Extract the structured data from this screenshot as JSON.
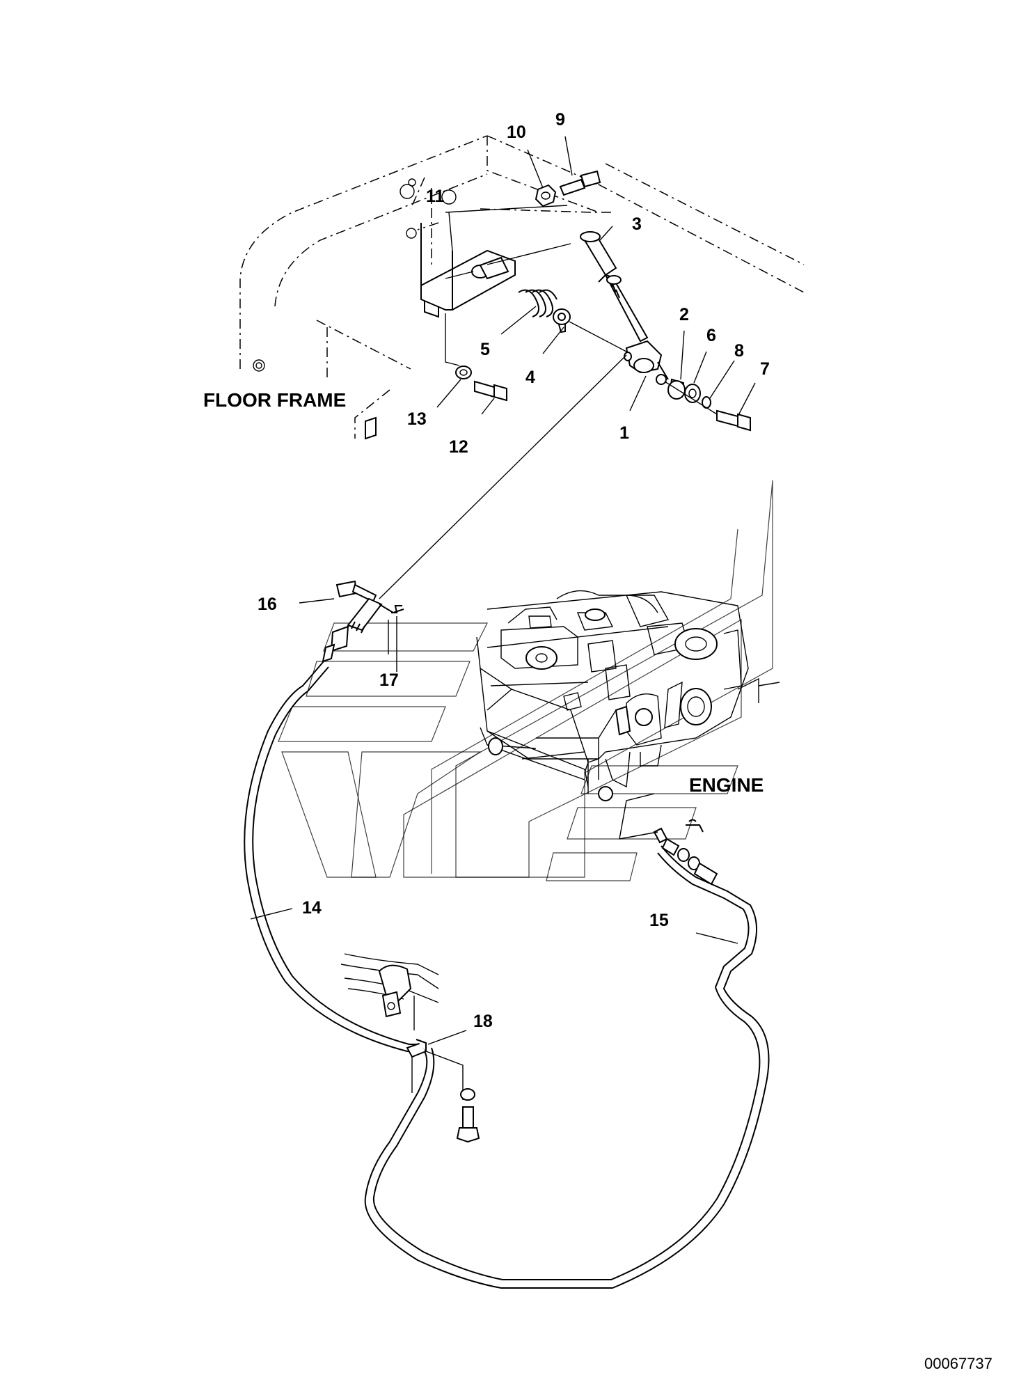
{
  "diagram": {
    "region_labels": {
      "floor_frame": "FLOOR FRAME",
      "engine": "ENGINE"
    },
    "callouts": {
      "p1": "1",
      "p2": "2",
      "p3": "3",
      "p4": "4",
      "p5": "5",
      "p6": "6",
      "p7": "7",
      "p8": "8",
      "p9": "9",
      "p10": "10",
      "p11": "11",
      "p12": "12",
      "p13": "13",
      "p14": "14",
      "p15": "15",
      "p16": "16",
      "p17": "17",
      "p18": "18"
    },
    "document_number": "00067737"
  }
}
